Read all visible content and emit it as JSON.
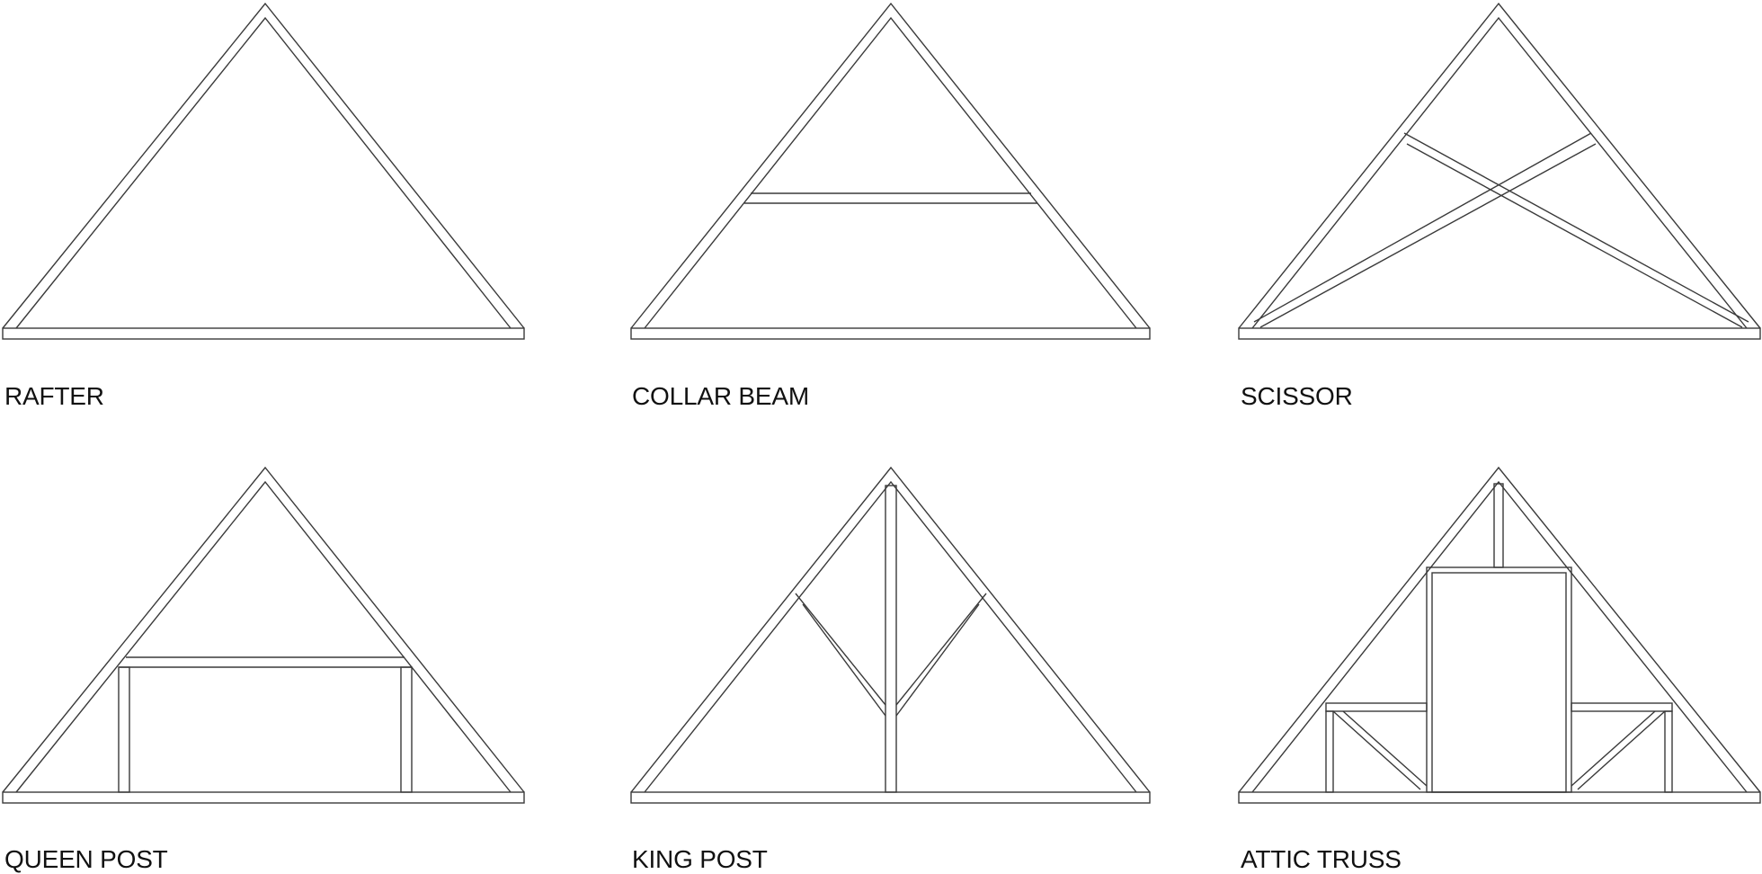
{
  "line_color": "#3a3a3a",
  "background_color": "#ffffff",
  "trusses": [
    {
      "id": "rafter",
      "label": "RAFTER"
    },
    {
      "id": "collar-beam",
      "label": "COLLAR BEAM"
    },
    {
      "id": "scissor",
      "label": "SCISSOR"
    },
    {
      "id": "queen-post",
      "label": "QUEEN POST"
    },
    {
      "id": "king-post",
      "label": "KING POST"
    },
    {
      "id": "attic-truss",
      "label": "ATTIC TRUSS"
    }
  ]
}
